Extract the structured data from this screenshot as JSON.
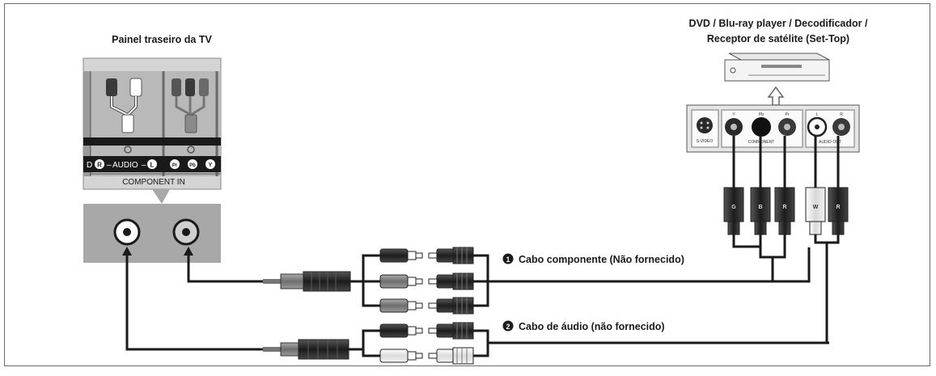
{
  "tv": {
    "title": "Painel traseiro da TV",
    "audio_label": "AUDIO",
    "audio_right": "R",
    "audio_left": "L",
    "component_label": "COMPONENT IN",
    "pr_badge": "Pr",
    "pb_badge": "Pb",
    "y_badge": "Y"
  },
  "device": {
    "title_line1": "DVD / Blu-ray player / Decodificador /",
    "title_line2": "Receptor de satélite (Set-Top)",
    "svideo_label": "S-VIDEO",
    "component_label": "COMPONENT",
    "audio_label": "AUDIO OUT",
    "jack_y": "Y",
    "jack_pb": "Pb",
    "jack_pr": "Pr",
    "jack_l": "L",
    "jack_r": "R"
  },
  "plugs": {
    "component": [
      "G",
      "B",
      "R"
    ],
    "audio": [
      "W",
      "R"
    ]
  },
  "cables": {
    "component": {
      "number": "1",
      "label": "Cabo componente (Não fornecido)"
    },
    "audio": {
      "number": "2",
      "label": "Cabo de áudio (não fornecido)"
    }
  }
}
